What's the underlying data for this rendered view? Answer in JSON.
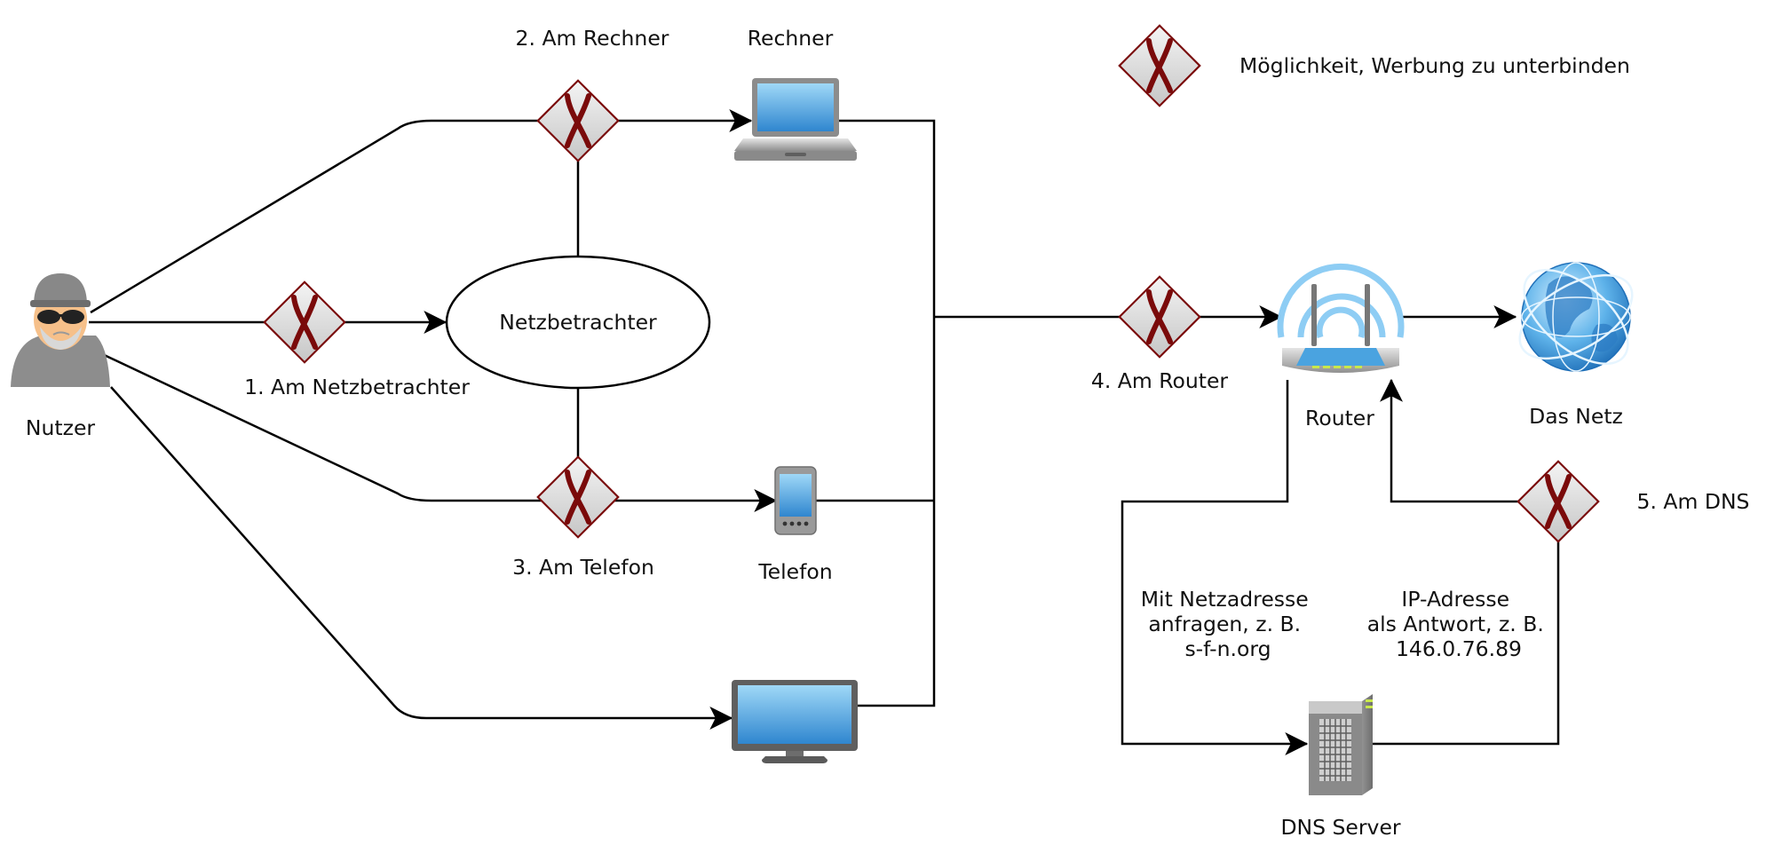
{
  "legend": {
    "label": "Möglichkeit, Werbung zu unterbinden"
  },
  "nodes": {
    "user": "Nutzer",
    "proxy": "Netzbetrachter",
    "computer": "Rechner",
    "phone": "Telefon",
    "router": "Router",
    "internet": "Das Netz",
    "dns_server": "DNS Server"
  },
  "block_points": {
    "at_proxy": "1. Am Netzbetrachter",
    "at_computer": "2. Am Rechner",
    "at_phone": "3. Am Telefon",
    "at_router": "4. Am Router",
    "at_dns": "5. Am DNS"
  },
  "dns_query": [
    "Mit Netzadresse",
    "anfragen, z. B.",
    "s-f-n.org"
  ],
  "dns_answer": [
    "IP-Adresse",
    "als Antwort, z. B.",
    "146.0.76.89"
  ],
  "colors": {
    "marker_red": "#7a0a0a",
    "marker_fill": "#dcdcdc",
    "device_blue": "#4aa3e0",
    "wifi_blue": "#8ecdf4"
  },
  "icons": {
    "user": "hacker-user-icon",
    "computer": "laptop-icon",
    "phone": "smartphone-icon",
    "tv": "monitor-icon",
    "router": "wifi-router-icon",
    "internet": "globe-icon",
    "dns_server": "server-tower-icon",
    "block": "block-x-icon"
  }
}
